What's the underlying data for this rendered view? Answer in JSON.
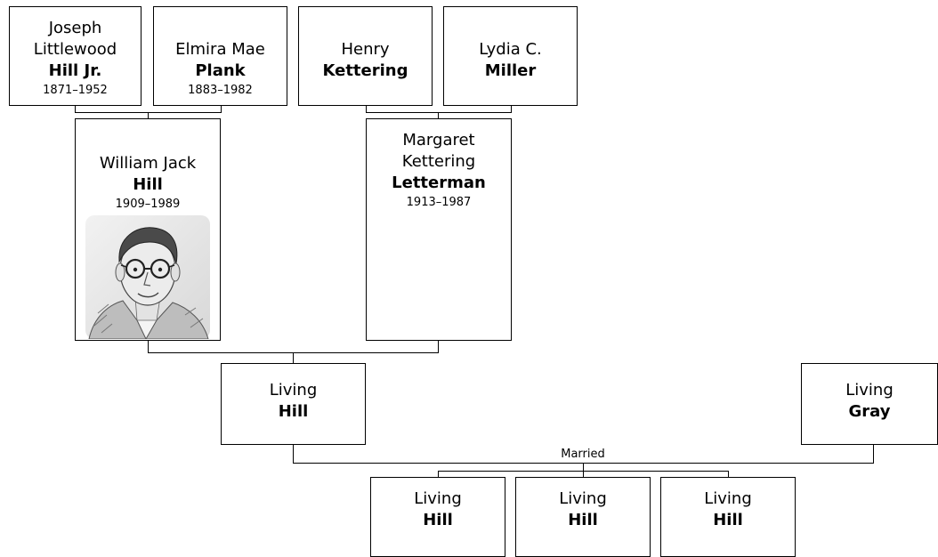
{
  "tree": {
    "grandparents": [
      {
        "given": "Joseph Littlewood",
        "surname": "Hill Jr.",
        "dates": "1871–1952"
      },
      {
        "given": "Elmira Mae",
        "surname": "Plank",
        "dates": "1883–1982"
      },
      {
        "given": "Henry",
        "surname": "Kettering",
        "dates": ""
      },
      {
        "given": "Lydia C.",
        "surname": "Miller",
        "dates": ""
      }
    ],
    "parents": [
      {
        "given": "William Jack",
        "surname": "Hill",
        "dates": "1909–1989",
        "has_photo": true
      },
      {
        "given": "Margaret Kettering",
        "surname": "Letterman",
        "dates": "1913–1987"
      }
    ],
    "subject": {
      "given": "Living",
      "surname": "Hill"
    },
    "spouse": {
      "given": "Living",
      "surname": "Gray"
    },
    "marriage_label": "Married",
    "children": [
      {
        "given": "Living",
        "surname": "Hill"
      },
      {
        "given": "Living",
        "surname": "Hill"
      },
      {
        "given": "Living",
        "surname": "Hill"
      }
    ]
  }
}
